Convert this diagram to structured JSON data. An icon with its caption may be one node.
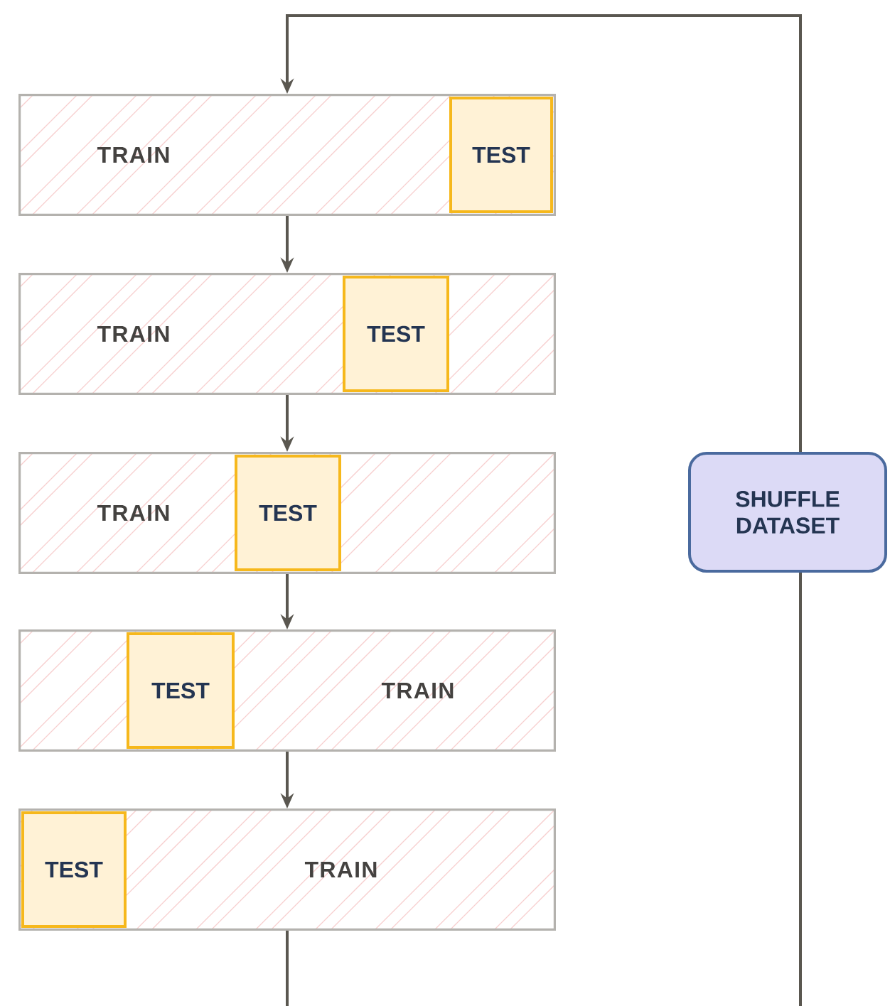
{
  "diagram": {
    "nodes": [
      {
        "text": [
          "TRAIN"
        ]
      },
      {
        "text": [
          "TEST"
        ],
        "in": 0
      },
      {
        "text": [
          "TRAIN"
        ]
      },
      {
        "text": [
          "TEST"
        ],
        "in": 2
      },
      {
        "text": [
          "TRAIN"
        ]
      },
      {
        "text": [
          "TEST"
        ],
        "in": 4
      },
      {
        "text": [
          "TRAIN"
        ]
      },
      {
        "text": [
          "TEST"
        ],
        "in": 6
      },
      {
        "text": [
          "TRAIN"
        ]
      },
      {
        "text": [
          "TEST"
        ],
        "in": 8
      },
      {
        "text": [
          "SHUFFLE DATASET"
        ]
      }
    ],
    "edges": [
      {
        "from": 0,
        "to": 2,
        "arrow": "to"
      },
      {
        "from": 2,
        "to": 4,
        "arrow": "to"
      },
      {
        "from": 4,
        "to": 6,
        "arrow": "to"
      },
      {
        "from": 6,
        "to": 8,
        "arrow": "to"
      },
      {
        "from": 8,
        "to": 10,
        "arrow": "none"
      },
      {
        "from": 10,
        "to": 0,
        "arrow": "to"
      }
    ]
  }
}
